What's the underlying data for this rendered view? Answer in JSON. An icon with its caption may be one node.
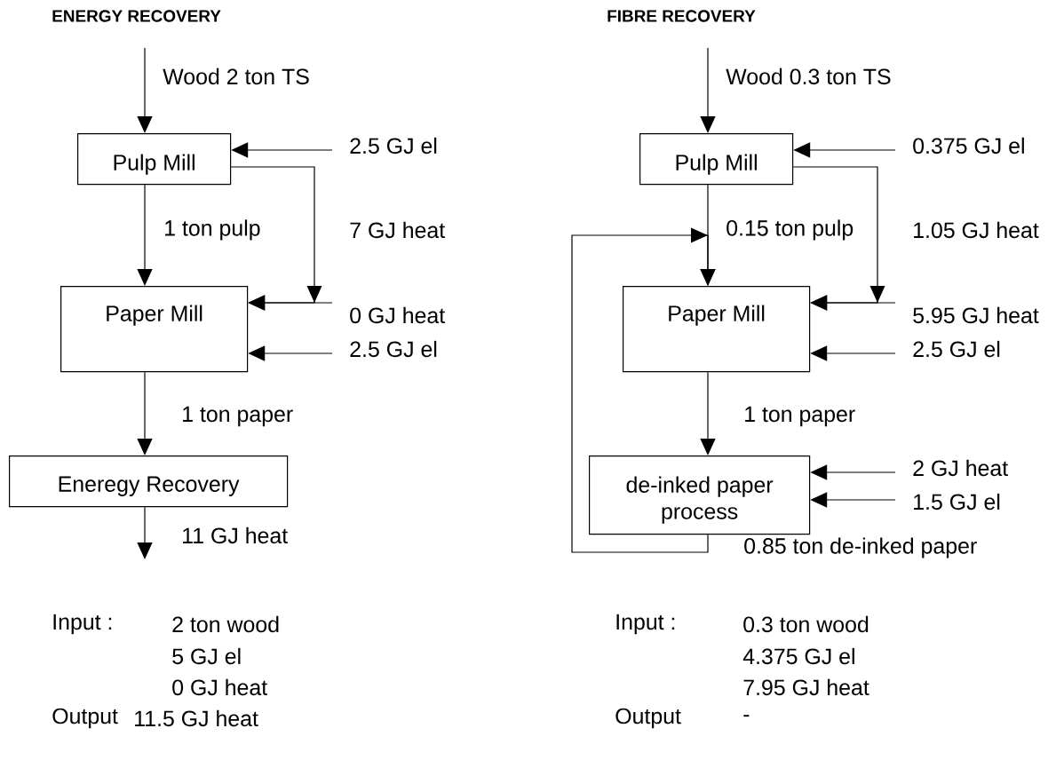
{
  "diagram": {
    "nodes": [
      {
        "text": [
          "Pulp Mill"
        ]
      },
      {
        "text": [
          "Paper Mill"
        ]
      },
      {
        "text": [
          "Eneregy Recovery"
        ]
      },
      {
        "text": [
          "Pulp Mill"
        ]
      },
      {
        "text": [
          "Paper Mill"
        ]
      },
      {
        "text": [
          "de-inked paper process"
        ]
      }
    ],
    "edges": [
      {
        "from": null,
        "to": 0,
        "arrow": "to",
        "label": "Wood 2 ton TS"
      },
      {
        "from": null,
        "to": 0,
        "arrow": "to",
        "label": "2.5 GJ el"
      },
      {
        "from": 0,
        "to": 1,
        "arrow": "to",
        "label": "1 ton pulp"
      },
      {
        "from": 0,
        "to": 1,
        "arrow": "to",
        "label": "7 GJ heat"
      },
      {
        "from": null,
        "to": 1,
        "arrow": "to",
        "label": "0 GJ heat"
      },
      {
        "from": null,
        "to": 1,
        "arrow": "to",
        "label": "2.5 GJ el"
      },
      {
        "from": 1,
        "to": 2,
        "arrow": "to",
        "label": "1 ton paper"
      },
      {
        "from": 2,
        "to": null,
        "arrow": "to",
        "label": "11 GJ heat"
      },
      {
        "from": null,
        "to": 3,
        "arrow": "to",
        "label": "Wood 0.3 ton TS"
      },
      {
        "from": null,
        "to": 3,
        "arrow": "to",
        "label": "0.375 GJ el"
      },
      {
        "from": 3,
        "to": 4,
        "arrow": "to",
        "label": "0.15 ton pulp"
      },
      {
        "from": 3,
        "to": 4,
        "arrow": "to",
        "label": "1.05 GJ heat"
      },
      {
        "from": null,
        "to": 4,
        "arrow": "to",
        "label": "5.95 GJ heat"
      },
      {
        "from": null,
        "to": 4,
        "arrow": "to",
        "label": "2.5 GJ el"
      },
      {
        "from": 4,
        "to": 5,
        "arrow": "to",
        "label": "1 ton paper"
      },
      {
        "from": null,
        "to": 5,
        "arrow": "to",
        "label": "2 GJ heat"
      },
      {
        "from": null,
        "to": 5,
        "arrow": "to",
        "label": "1.5 GJ el"
      },
      {
        "from": 5,
        "to": 4,
        "arrow": "to",
        "label": "0.85 ton de-inked paper"
      }
    ],
    "labels": [
      "ENERGY RECOVERY",
      "FIBRE RECOVERY",
      "Input :",
      "2 ton wood",
      "5 GJ el",
      "0 GJ heat",
      "Output",
      "11.5 GJ heat",
      "Input :",
      "0.3 ton wood",
      "4.375 GJ el",
      "7.95 GJ heat",
      "Output",
      "-"
    ]
  }
}
